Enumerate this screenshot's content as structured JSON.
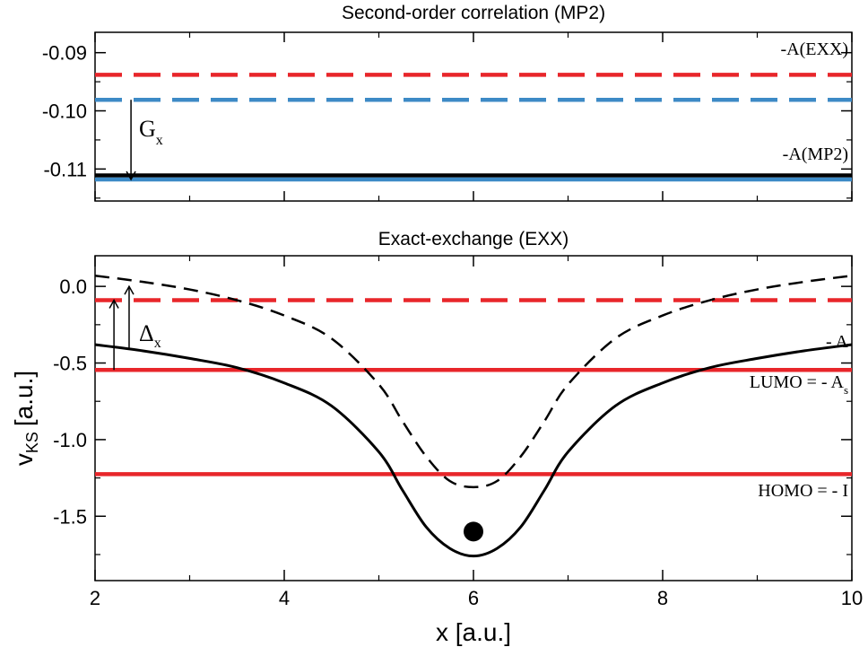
{
  "chart_data": [
    {
      "type": "line",
      "title": "Second-order correlation (MP2)",
      "xlim": [
        2,
        10
      ],
      "ylim": [
        -0.1155,
        -0.0865
      ],
      "yticks": [
        -0.11,
        -0.1,
        -0.09
      ],
      "ytick_labels": [
        "-0.11",
        "-0.10",
        "-0.09"
      ],
      "grid": false,
      "hlines": [
        {
          "y": -0.0938,
          "color": "#e8262a",
          "style": "dashed",
          "label": "-A(EXX)"
        },
        {
          "y": -0.0981,
          "color": "#3d8ac6",
          "style": "dashed"
        },
        {
          "y": -0.1111,
          "color": "#000000",
          "style": "solid",
          "label": "-A(MP2)"
        },
        {
          "y": -0.1118,
          "color": "#3d8ac6",
          "style": "solid"
        }
      ],
      "annotations": [
        {
          "kind": "arrow",
          "x": 2.38,
          "y_from": -0.0981,
          "y_to": -0.1118
        },
        {
          "kind": "text",
          "text": "G",
          "sub": "x",
          "x": 2.5,
          "y": -0.104
        }
      ]
    },
    {
      "type": "line",
      "title": "Exact-exchange (EXX)",
      "xlabel": "x [a.u.]",
      "ylabel": "v",
      "ylabel_sub": "KS",
      "ylabel_unit": "[a.u.]",
      "xlim": [
        2,
        10
      ],
      "ylim": [
        -1.92,
        0.2
      ],
      "xticks": [
        2,
        4,
        6,
        8,
        10
      ],
      "xtick_labels": [
        "2",
        "4",
        "6",
        "8",
        "10"
      ],
      "yticks": [
        0.0,
        -0.5,
        -1.0,
        -1.5
      ],
      "ytick_labels": [
        "0.0",
        "-0.5",
        "-1.0",
        "-1.5"
      ],
      "grid": false,
      "series": [
        {
          "style": "solid",
          "color": "#000000",
          "x": [
            2,
            2.5,
            3,
            3.5,
            4,
            4.5,
            5,
            5.25,
            5.5,
            5.75,
            6,
            6.25,
            6.5,
            6.75,
            7,
            7.5,
            8,
            8.5,
            9,
            9.5,
            10
          ],
          "y": [
            -0.38,
            -0.42,
            -0.47,
            -0.53,
            -0.63,
            -0.78,
            -1.08,
            -1.33,
            -1.57,
            -1.71,
            -1.76,
            -1.71,
            -1.57,
            -1.33,
            -1.08,
            -0.78,
            -0.63,
            -0.53,
            -0.47,
            -0.42,
            -0.38
          ]
        },
        {
          "style": "dashed",
          "color": "#000000",
          "x": [
            2,
            2.5,
            3,
            3.5,
            4,
            4.5,
            5,
            5.25,
            5.5,
            5.75,
            6,
            6.25,
            6.5,
            6.75,
            7,
            7.5,
            8,
            8.5,
            9,
            9.5,
            10
          ],
          "y": [
            0.07,
            0.03,
            -0.02,
            -0.09,
            -0.19,
            -0.34,
            -0.64,
            -0.88,
            -1.11,
            -1.27,
            -1.31,
            -1.27,
            -1.11,
            -0.88,
            -0.64,
            -0.34,
            -0.19,
            -0.09,
            -0.02,
            0.03,
            0.07
          ]
        }
      ],
      "hlines": [
        {
          "y": -0.09,
          "color": "#e8262a",
          "style": "dashed",
          "label": "- A"
        },
        {
          "y": -0.545,
          "color": "#e8262a",
          "style": "solid",
          "label": "LUMO =  - A",
          "label_sub": "s"
        },
        {
          "y": -1.225,
          "color": "#e8262a",
          "style": "solid",
          "label": "HOMO =  - I"
        }
      ],
      "points": [
        {
          "x": 6.0,
          "y": -1.6,
          "color": "#000000"
        }
      ],
      "annotations": [
        {
          "kind": "arrow",
          "x": 2.2,
          "y_from": -0.545,
          "y_to": -0.09
        },
        {
          "kind": "arrow",
          "x": 2.36,
          "y_from": -0.4,
          "y_to": 0.0
        },
        {
          "kind": "text",
          "text": "Δ",
          "sub": "x",
          "x": 2.5,
          "y": -0.33
        }
      ]
    }
  ]
}
